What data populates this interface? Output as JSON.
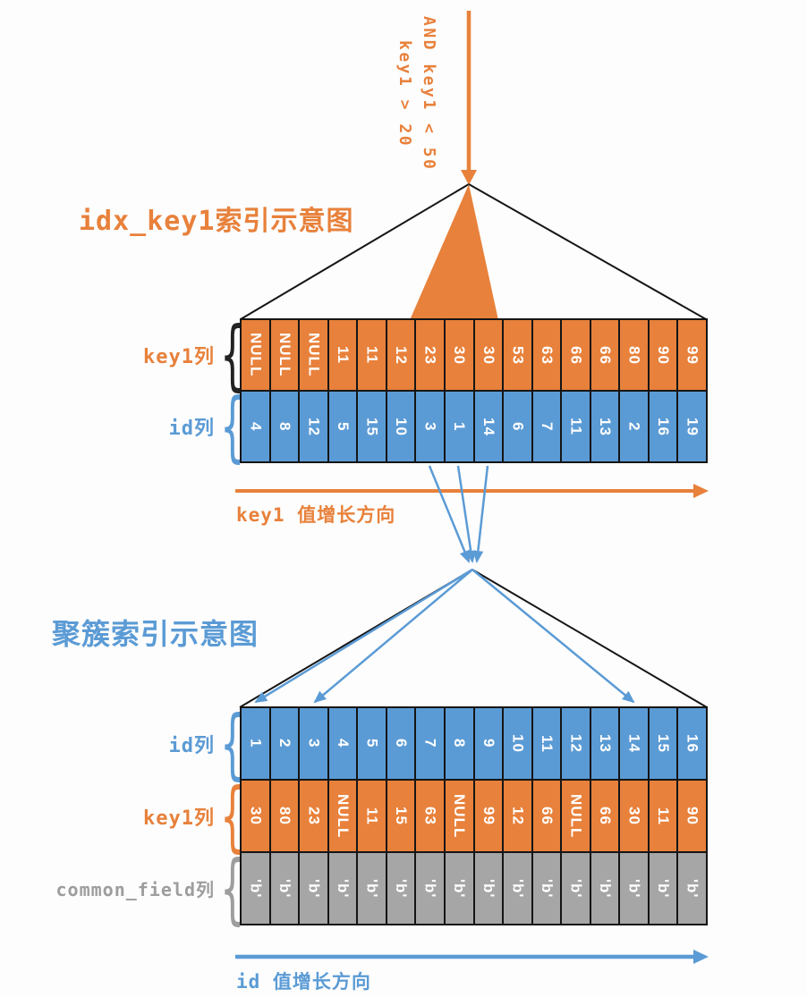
{
  "colors": {
    "orange": "#E8813B",
    "blue": "#5B9BD5",
    "gray": "#A6A6A6",
    "line_black": "#151515"
  },
  "top_annotation": {
    "line1": "key1 > 20",
    "line2": "AND key1 < 50"
  },
  "section1": {
    "title": "idx_key1索引示意图",
    "key1_row_label": "key1列",
    "id_row_label": "id列",
    "key1_cells": [
      "NULL",
      "NULL",
      "NULL",
      "11",
      "11",
      "12",
      "23",
      "30",
      "30",
      "53",
      "63",
      "66",
      "66",
      "80",
      "90",
      "99"
    ],
    "id_cells": [
      "4",
      "8",
      "12",
      "5",
      "15",
      "10",
      "3",
      "1",
      "14",
      "6",
      "7",
      "11",
      "13",
      "2",
      "16",
      "19"
    ],
    "growth_label": "key1 值增长方向"
  },
  "section2": {
    "title": "聚簇索引示意图",
    "id_row_label": "id列",
    "key1_row_label": "key1列",
    "common_row_label": "common_field列",
    "id_cells": [
      "1",
      "2",
      "3",
      "4",
      "5",
      "6",
      "7",
      "8",
      "9",
      "10",
      "11",
      "12",
      "13",
      "14",
      "15",
      "16"
    ],
    "key1_cells": [
      "30",
      "80",
      "23",
      "NULL",
      "11",
      "15",
      "63",
      "NULL",
      "99",
      "12",
      "66",
      "NULL",
      "66",
      "30",
      "11",
      "90"
    ],
    "common_cells": [
      "'b'",
      "'b'",
      "'b'",
      "'b'",
      "'b'",
      "'b'",
      "'b'",
      "'b'",
      "'b'",
      "'b'",
      "'b'",
      "'b'",
      "'b'",
      "'b'",
      "'b'",
      "'b'"
    ],
    "growth_label": "id 值增长方向"
  }
}
